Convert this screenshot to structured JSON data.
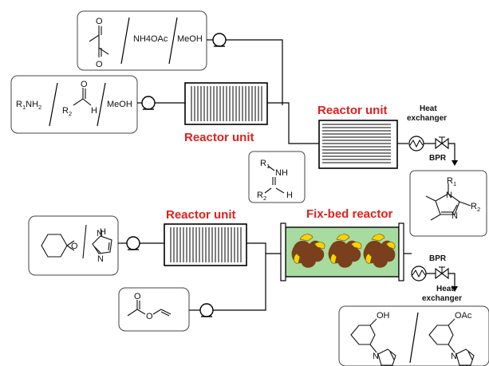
{
  "labels": {
    "reactor_unit_1": "Reactor unit",
    "reactor_unit_2": "Reactor unit",
    "reactor_unit_3": "Reactor unit",
    "fixbed_reactor": "Fix-bed reactor",
    "heat_exchanger_1": "Heat\nexchanger",
    "heat_exchanger_2": "Heat\nexchanger",
    "bpr_1": "BPR",
    "bpr_2": "BPR"
  },
  "reagents": {
    "box1": {
      "second": "NH4OAc",
      "third": "MeOH"
    },
    "box2": {
      "first": "R1NH2",
      "r2": "R2",
      "h": "H",
      "o": "O",
      "third": "MeOH"
    },
    "imine": {
      "r1": "R1",
      "nh": "NH",
      "r2": "R2",
      "h": "H"
    },
    "imidazole_product": {
      "r1": "R1",
      "n1": "N",
      "n3": "N",
      "r2": "R2"
    },
    "epoxide_box": {
      "o": "O",
      "n": "N",
      "nh": "H"
    },
    "vinyl_acetate": {
      "o1": "O",
      "o2": "O"
    },
    "products": {
      "oh": "OH",
      "oac": "OAc",
      "n": "N"
    }
  },
  "colors": {
    "label_red": "#e0201b",
    "fixbed_green": "#a8dba0",
    "fixbed_brown": "#7a3f1c",
    "fixbed_yellow": "#f5d400"
  }
}
